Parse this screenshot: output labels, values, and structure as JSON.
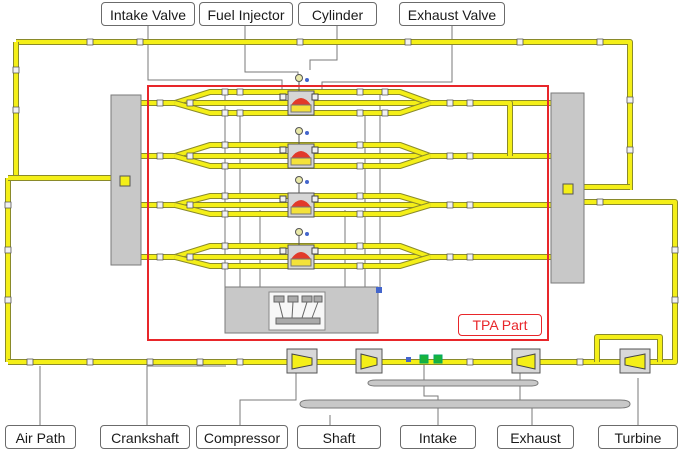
{
  "top_labels": [
    {
      "id": "intake-valve",
      "text": "Intake Valve"
    },
    {
      "id": "fuel-injector",
      "text": "Fuel Injector"
    },
    {
      "id": "cylinder",
      "text": "Cylinder"
    },
    {
      "id": "exhaust-valve",
      "text": "Exhaust Valve"
    }
  ],
  "bottom_labels": [
    {
      "id": "air-path",
      "text": "Air Path"
    },
    {
      "id": "crankshaft",
      "text": "Crankshaft"
    },
    {
      "id": "compressor",
      "text": "Compressor"
    },
    {
      "id": "shaft",
      "text": "Shaft"
    },
    {
      "id": "intake",
      "text": "Intake"
    },
    {
      "id": "exhaust",
      "text": "Exhaust"
    },
    {
      "id": "turbine",
      "text": "Turbine"
    }
  ],
  "tpa_label": "TPA Part",
  "colors": {
    "pipe_fill": "#f4ef18",
    "pipe_stroke": "#8a8a2a",
    "tpa_border": "#e8262a",
    "block_gray": "#c8c8c8",
    "cylinder_red": "#e23a2a",
    "cylinder_yellow": "#f4e23a",
    "sensor_green": "#19b33a"
  },
  "cylinder_count": 4
}
